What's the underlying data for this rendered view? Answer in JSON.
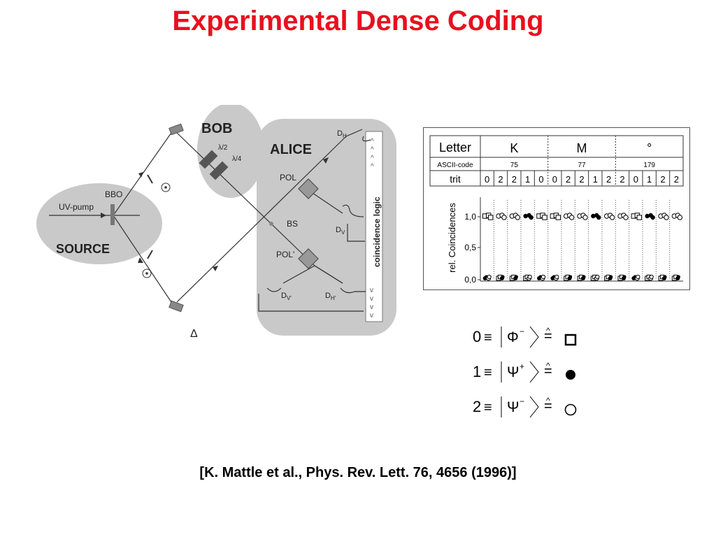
{
  "title": "Experimental Dense Coding",
  "citation": "[K. Mattle et al., Phys. Rev. Lett. 76, 4656 (1996)]",
  "setup": {
    "bob": "BOB",
    "half_wave": "λ/2",
    "quarter_wave": "λ/4",
    "alice": "ALICE",
    "source": "SOURCE",
    "uv_pump": "UV-pump",
    "bbo": "BBO",
    "pol": "POL",
    "pol_prime": "POL'",
    "bs": "BS",
    "delta": "Δ",
    "coincidence": "coincidence  logic",
    "dh_main": "D",
    "dh_sub": "H",
    "dv_main": "D",
    "dv_sub": "V",
    "dvp_main": "D",
    "dvp_sub": "V'",
    "dhp_main": "D",
    "dhp_sub": "H'"
  },
  "table": {
    "row_headers": [
      "Letter",
      "ASCII-code",
      "trit"
    ],
    "letters": [
      "K",
      "M",
      "°"
    ],
    "ascii": [
      "75",
      "77",
      "179"
    ],
    "trits": [
      "0",
      "2",
      "2",
      "1",
      "0",
      "0",
      "2",
      "2",
      "1",
      "2",
      "2",
      "0",
      "1",
      "2",
      "2"
    ]
  },
  "plot": {
    "ylabel": "rel. Coincidences",
    "yticks": [
      "1,0",
      "0,5",
      "0,0"
    ]
  },
  "legend": [
    {
      "num": "0",
      "state": "Φ",
      "sign": "−",
      "marker": "open-square"
    },
    {
      "num": "1",
      "state": "Ψ",
      "sign": "+",
      "marker": "filled-circle"
    },
    {
      "num": "2",
      "state": "Ψ",
      "sign": "−",
      "marker": "open-circle"
    }
  ]
}
